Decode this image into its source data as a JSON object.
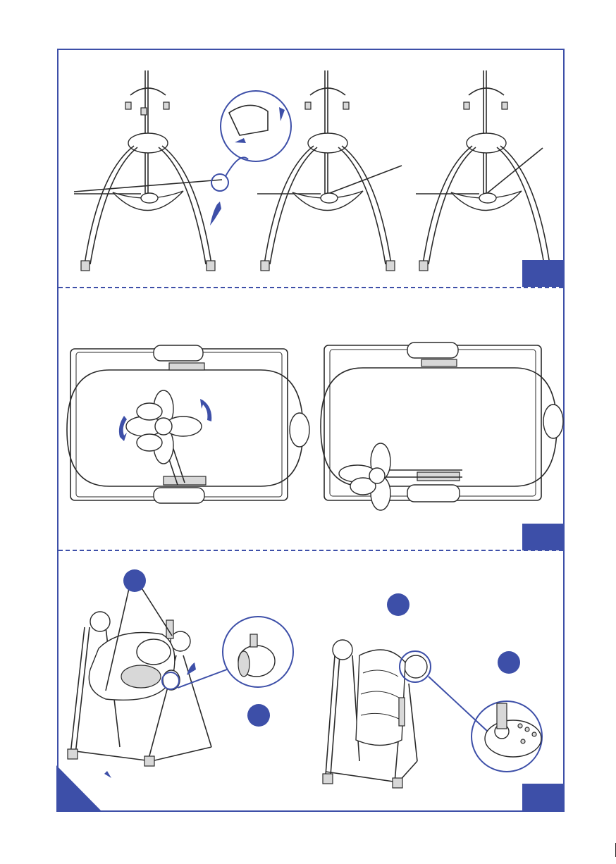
{
  "page": {
    "accent_color": "#3d4fa8",
    "line_color": "#2a2a2a"
  },
  "sections": [
    {
      "id": "step-a",
      "figures": [
        "swing-folding-seat-1",
        "swing-folding-seat-2",
        "swing-folding-seat-3"
      ],
      "detail": "seat-release-lever-detail"
    },
    {
      "id": "step-b",
      "figures": [
        "top-view-mobile-rotate",
        "top-view-mobile-folded"
      ]
    },
    {
      "id": "step-c",
      "figures": [
        "recline-seat-view",
        "canopy-seat-view"
      ],
      "details": [
        "recline-knob-detail",
        "control-panel-detail"
      ]
    }
  ],
  "icons": [
    "arrow-up-icon",
    "arrow-rotate-icon",
    "callout-circle-icon",
    "step-marker-icon"
  ]
}
